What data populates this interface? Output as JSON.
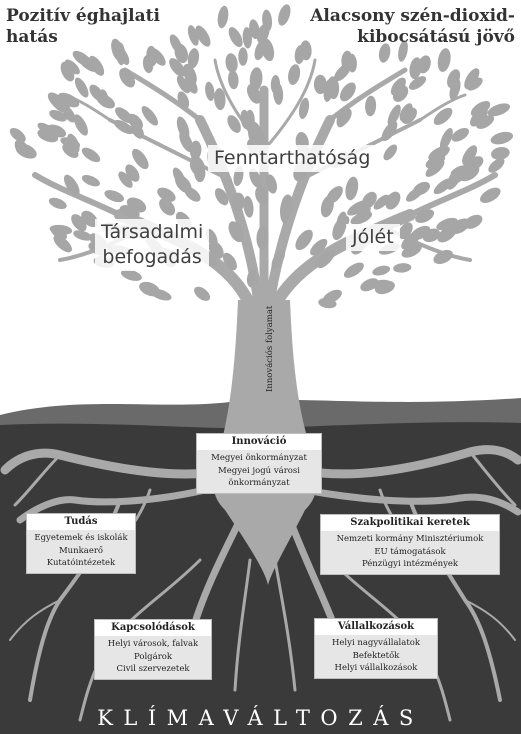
{
  "corner_left": [
    "Pozitív éghajlati",
    "hatás"
  ],
  "corner_right": [
    "Alacsony szén-dioxid-",
    "kibocsátású jövő"
  ],
  "crown_labels": {
    "fenntarthatosag": "Fenntarthatóság",
    "tarsadalmi": [
      "Társadalmi",
      "befogadás"
    ],
    "jolet": "Jólét"
  },
  "trunk_label": "Innovációs folyamat",
  "boxes": {
    "innovacio": {
      "title": "Innováció",
      "items": [
        "Megyei önkormányzat",
        "Megyei jogú városi",
        "önkormányzat"
      ]
    },
    "tudas": {
      "title": "Tudás",
      "items": [
        "Egyetemek és iskolák",
        "Munkaerő",
        "Kutatóintézetek"
      ]
    },
    "szakpolitikai": {
      "title": "Szakpolitikai keretek",
      "items": [
        "Nemzeti kormány  Minisztériumok",
        "EU támogatások",
        "Pénzügyi intézmények"
      ]
    },
    "kapcsolodasok": {
      "title": "Kapcsolódások",
      "items": [
        "Helyi városok, falvak",
        "Polgárok",
        "Civil szervezetek"
      ]
    },
    "vallalkozasok": {
      "title": "Vállalkozások",
      "items": [
        "Helyi nagyvállalatok",
        "Befektetők",
        "Helyi vállalkozások"
      ]
    }
  },
  "footer": "KLÍMAVÁLTOZÁS",
  "colors": {
    "soil": "#3a3a3a",
    "horizon": "#6a6a6a",
    "tree": "#a9a9a9",
    "leaf": "#a6a6a6"
  }
}
